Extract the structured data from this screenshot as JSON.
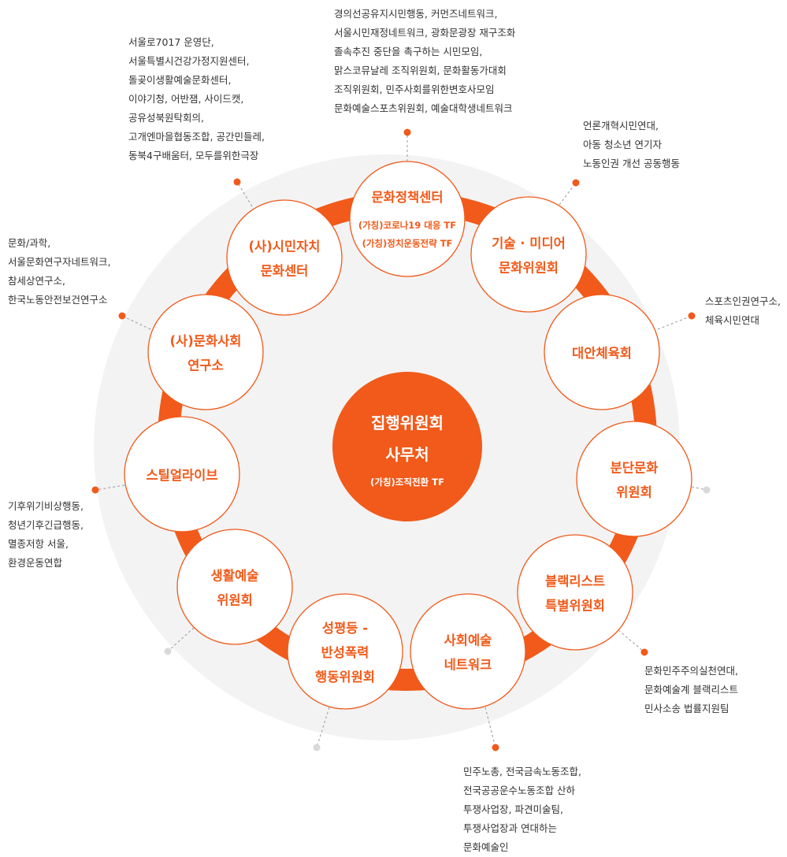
{
  "center": {
    "title_line1": "집행위원회",
    "title_line2": "사무처",
    "sub": "(가칭)조직전환 TF"
  },
  "colors": {
    "accent": "#f15a1a",
    "ring_bg": "#f3f3f3",
    "node_border": "#f15a1a",
    "node_fill": "#ffffff",
    "dot_active": "#f15a1a",
    "dot_inactive": "#d9d9d9"
  },
  "nodes": [
    {
      "id": "policy",
      "lines": [
        "문화정책센터"
      ],
      "sub": [
        "(가칭)코로나19 대응 TF",
        "(가칭)정치운동전략 TF"
      ]
    },
    {
      "id": "tech-media",
      "lines": [
        "기술 · 미디어",
        "문화위원회"
      ]
    },
    {
      "id": "sports",
      "lines": [
        "대안체육회"
      ]
    },
    {
      "id": "division",
      "lines": [
        "분단문화",
        "위원회"
      ]
    },
    {
      "id": "blacklist",
      "lines": [
        "블랙리스트",
        "특별위원회"
      ]
    },
    {
      "id": "social-art",
      "lines": [
        "사회예술",
        "네트워크"
      ]
    },
    {
      "id": "gender",
      "lines": [
        "성평등 -",
        "반성폭력",
        "행동위원회"
      ]
    },
    {
      "id": "life-art",
      "lines": [
        "생활예술",
        "위원회"
      ]
    },
    {
      "id": "still-alive",
      "lines": [
        "스틸얼라이브"
      ]
    },
    {
      "id": "culture-society",
      "lines": [
        "(사)문화사회",
        "연구소"
      ]
    },
    {
      "id": "citizen-autonomy",
      "lines": [
        "(사)시민자치",
        "문화센터"
      ]
    }
  ],
  "notes": {
    "policy": [
      "경의선공유지시민행동, 커먼즈네트워크,",
      "서울시민재정네트워크, 광화문광장 재구조화",
      "졸속추진 중단을 촉구하는 시민모임,",
      "맑스코뮤날레 조직위원회, 문화활동가대회",
      "조직위원회, 민주사회를위한변호사모임",
      "문화예술스포츠위원회, 예술대학생네트워크"
    ],
    "tech-media": [
      "언론개혁시민연대,",
      "아동 청소년 연기자",
      "노동인권 개선 공동행동"
    ],
    "sports": [
      "스포츠인권연구소,",
      "체육시민연대"
    ],
    "blacklist": [
      "문화민주주의실천연대,",
      "문화예술계 블랙리스트",
      "민사소송 법률지원팀"
    ],
    "social-art": [
      "민주노총, 전국금속노동조합,",
      "전국공공운수노동조합 산하",
      "투쟁사업장, 파견미술팀,",
      "투쟁사업장과 연대하는",
      "문화예술인"
    ],
    "still-alive": [
      "기후위기비상행동,",
      "청년기후긴급행동,",
      "멸종저항 서울,",
      "환경운동연합"
    ],
    "culture-society": [
      "문화/과학,",
      "서울문화연구자네트워크,",
      "참세상연구소,",
      "한국노동안전보건연구소"
    ],
    "citizen-autonomy": [
      "서울로7017 운영단,",
      "서울특별시건강가정지원센터,",
      "돌곶이생활예술문화센터,",
      "이야기청, 어반잼, 사이드캣,",
      "공유성북원탁회의,",
      "고개엔마을협동조합, 공간민들레,",
      "동북4구배움터, 모두를위한극장"
    ]
  }
}
